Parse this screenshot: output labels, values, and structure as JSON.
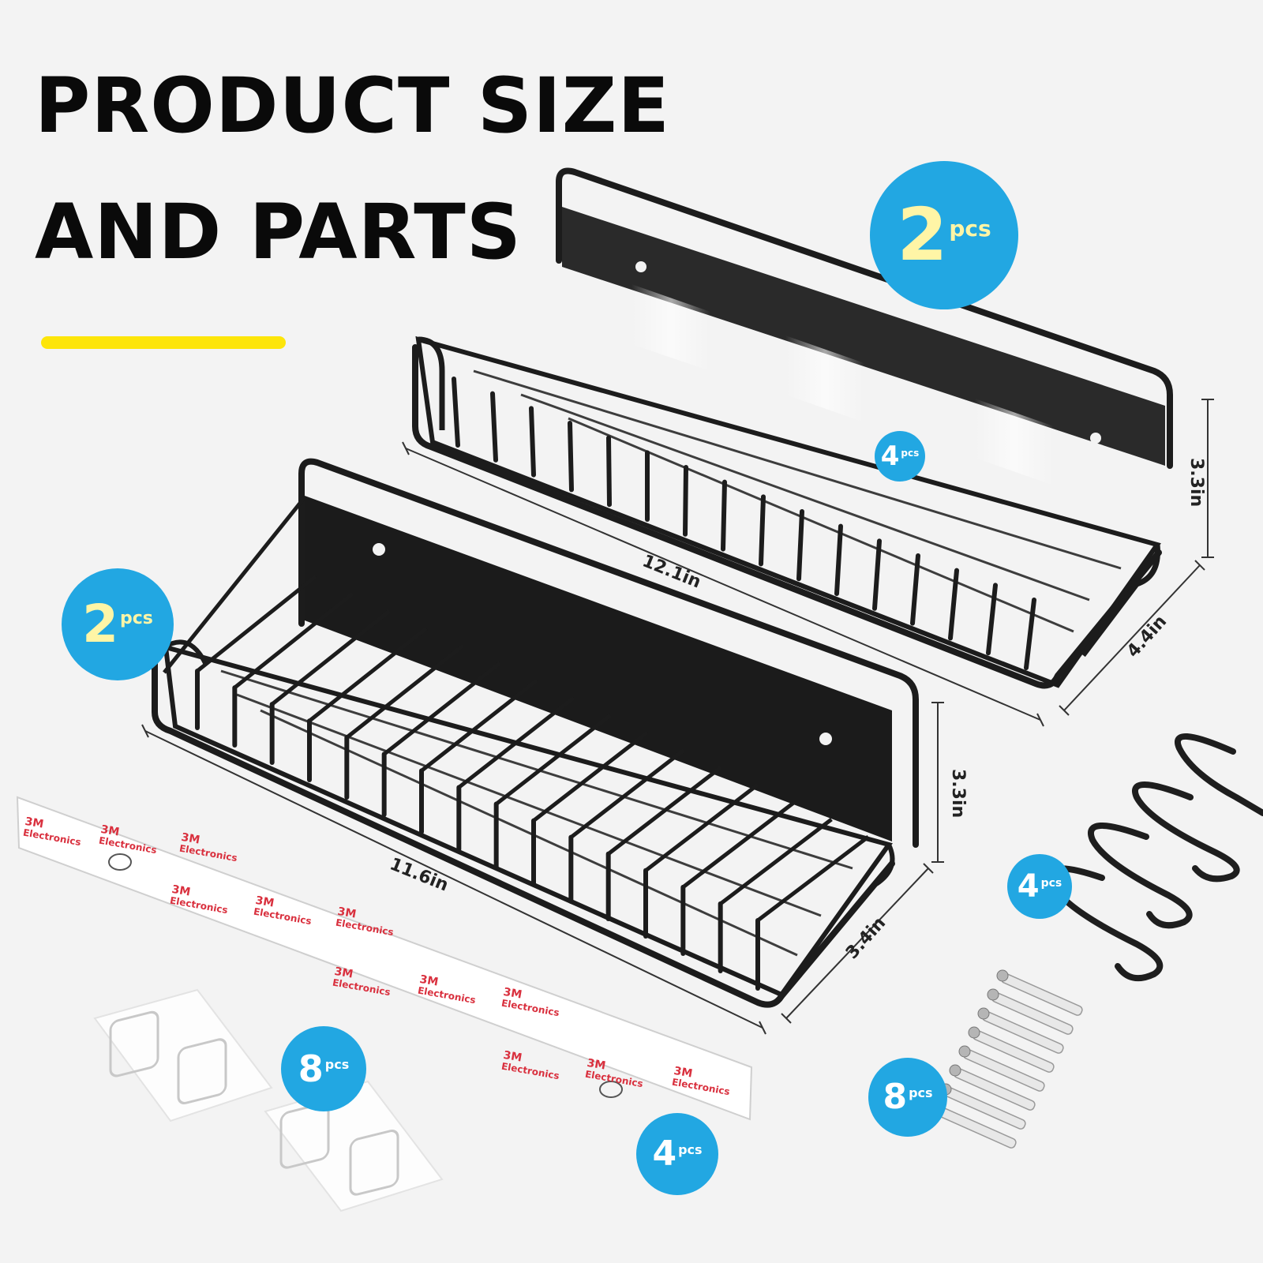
{
  "heading": {
    "line1": "PRODUCT SIZE",
    "line2": "AND PARTS"
  },
  "colors": {
    "badge": "#22a7e2",
    "accent_line": "#fde50a",
    "rack": "#1c1c1c",
    "tape_text": "#d9303e"
  },
  "badges": [
    {
      "count": "2",
      "unit": "pcs"
    },
    {
      "count": "2",
      "unit": "pcs"
    },
    {
      "count": "4",
      "unit": "pcs"
    },
    {
      "count": "4",
      "unit": "pcs"
    },
    {
      "count": "8",
      "unit": "pcs"
    },
    {
      "count": "8",
      "unit": "pcs"
    },
    {
      "count": "4",
      "unit": "pcs"
    }
  ],
  "dimensions": {
    "top_length": "12.1in",
    "top_height": "3.3in",
    "top_depth": "4.4in",
    "bottom_length": "11.6in",
    "bottom_height": "3.3in",
    "bottom_depth": "3.4in"
  },
  "tape": {
    "brand": "3M",
    "sub": "Electronics"
  },
  "icons": [
    "wire-rack-shelf",
    "s-hook",
    "adhesive-tape",
    "adhesive-hook",
    "wall-screw"
  ]
}
